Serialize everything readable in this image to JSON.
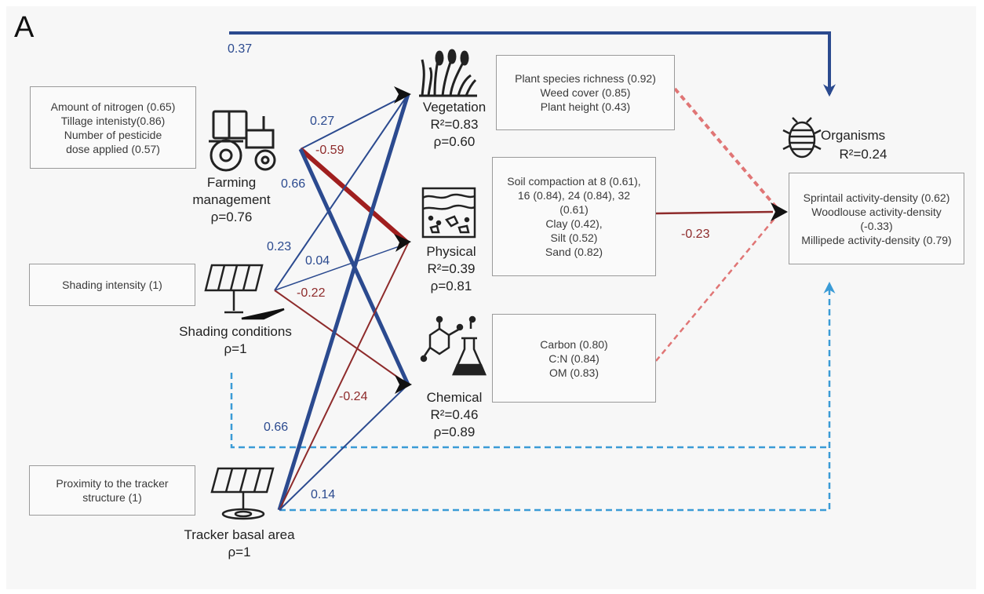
{
  "panel_letter": "A",
  "exogenous": {
    "farming": {
      "indicators": [
        "Amount of nitrogen (0.65)",
        "Tillage intenisty(0.86)",
        "Number of pesticide",
        "dose applied (0.57)"
      ],
      "name": "Farming",
      "name2": "management",
      "rho": "ρ=0.76"
    },
    "shading": {
      "indicators": [
        "Shading intensity (1)"
      ],
      "name": "Shading conditions",
      "rho": "ρ=1"
    },
    "tracker": {
      "indicators": [
        "Proximity to the tracker",
        "structure (1)"
      ],
      "name": "Tracker basal area",
      "rho": "ρ=1"
    }
  },
  "mediators": {
    "vegetation": {
      "name": "Vegetation",
      "r2": "R²=0.83",
      "rho": "ρ=0.60",
      "indicators": [
        "Plant species richness (0.92)",
        "Weed cover (0.85)",
        "Plant height (0.43)"
      ]
    },
    "physical": {
      "name": "Physical",
      "r2": "R²=0.39",
      "rho": "ρ=0.81",
      "indicators": [
        "Soil compaction at 8 (0.61),",
        "16 (0.84), 24 (0.84), 32",
        "(0.61)",
        "Clay (0.42),",
        "Silt (0.52)",
        "Sand (0.82)"
      ]
    },
    "chemical": {
      "name": "Chemical",
      "r2": "R²=0.46",
      "rho": "ρ=0.89",
      "indicators": [
        "Carbon (0.80)",
        "C:N (0.84)",
        "OM (0.83)"
      ]
    }
  },
  "response": {
    "organisms": {
      "name": "Organisms",
      "r2": "R²=0.24",
      "indicators": [
        "Sprintail activity-density (0.62)",
        "Woodlouse activity-density",
        "(-0.33)",
        "Millipede activity-density (0.79)"
      ]
    }
  },
  "paths": [
    {
      "from": "farming",
      "to": "organisms",
      "coef": "0.37",
      "sign": "positive",
      "style": "solid"
    },
    {
      "from": "farming",
      "to": "vegetation",
      "coef": "0.27",
      "sign": "positive",
      "style": "solid"
    },
    {
      "from": "farming",
      "to": "physical",
      "coef": "-0.59",
      "sign": "negative",
      "style": "solid"
    },
    {
      "from": "farming",
      "to": "chemical",
      "coef": "0.66",
      "sign": "positive",
      "style": "solid"
    },
    {
      "from": "shading",
      "to": "vegetation",
      "coef": "0.23",
      "sign": "positive",
      "style": "solid"
    },
    {
      "from": "shading",
      "to": "physical",
      "coef": "0.04",
      "sign": "positive",
      "style": "solid"
    },
    {
      "from": "shading",
      "to": "chemical",
      "coef": "-0.22",
      "sign": "negative",
      "style": "solid"
    },
    {
      "from": "shading",
      "to": "organisms",
      "coef": "0.66",
      "sign": "positive",
      "style": "dashed"
    },
    {
      "from": "tracker",
      "to": "vegetation",
      "coef": "",
      "sign": "positive",
      "style": "solid"
    },
    {
      "from": "tracker",
      "to": "physical",
      "coef": "-0.24",
      "sign": "negative",
      "style": "solid"
    },
    {
      "from": "tracker",
      "to": "chemical",
      "coef": "0.14",
      "sign": "positive",
      "style": "solid"
    },
    {
      "from": "tracker",
      "to": "organisms",
      "coef": "",
      "sign": "positive",
      "style": "dashed"
    },
    {
      "from": "vegetation",
      "to": "organisms",
      "coef": "",
      "sign": "negative",
      "style": "dashed"
    },
    {
      "from": "physical",
      "to": "organisms",
      "coef": "-0.23",
      "sign": "negative",
      "style": "solid"
    },
    {
      "from": "chemical",
      "to": "organisms",
      "coef": "",
      "sign": "negative",
      "style": "dashed"
    }
  ],
  "colors": {
    "positive": "#2b4a8f",
    "negative": "#8e2b2b",
    "negative_dashed": "#e07575",
    "positive_dashed": "#3a9bd6",
    "icons": "#222222"
  },
  "icons": {
    "farming": "tractor-icon",
    "shading": "solar-panel-icon",
    "tracker": "solar-tracker-icon",
    "vegetation": "grass-icon",
    "physical": "soil-profile-icon",
    "chemical": "chemistry-flask-icon",
    "organisms": "woodlouse-icon"
  }
}
